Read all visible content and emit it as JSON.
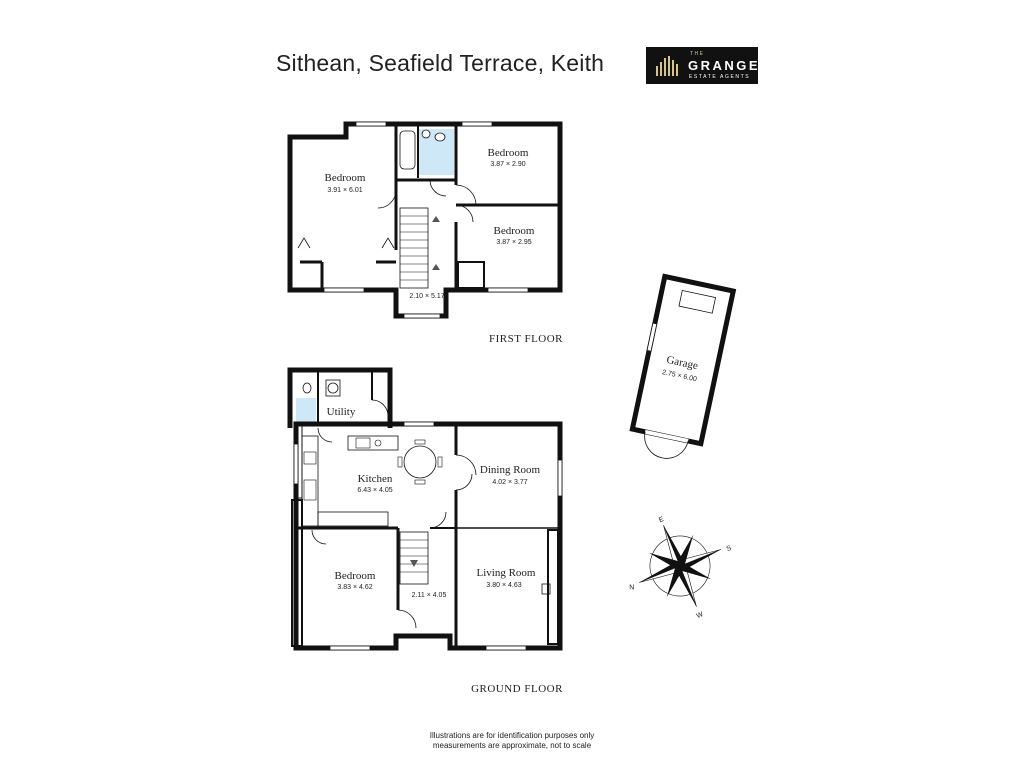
{
  "title": "Sithean, Seafield Terrace, Keith",
  "logo": {
    "line1": "THE",
    "line2": "GRANGE",
    "line3": "ESTATE AGENTS"
  },
  "first_floor": {
    "label": "FIRST FLOOR",
    "rooms": [
      {
        "name": "Bedroom",
        "dims": "3.91 × 6.01"
      },
      {
        "name": "Bedroom",
        "dims": "3.87 × 2.90"
      },
      {
        "name": "Bedroom",
        "dims": "3.87 × 2.95"
      },
      {
        "name": "",
        "dims": "2.10 × 5.17"
      }
    ]
  },
  "garage": {
    "name": "Garage",
    "dims": "2.75 × 6.00"
  },
  "ground_floor": {
    "label": "GROUND FLOOR",
    "rooms": [
      {
        "name": "Utility",
        "dims": ""
      },
      {
        "name": "Kitchen",
        "dims": "6.43 × 4.05"
      },
      {
        "name": "Dining Room",
        "dims": "4.02 × 3.77"
      },
      {
        "name": "Bedroom",
        "dims": "3.83 × 4.62"
      },
      {
        "name": "",
        "dims": "2.11 × 4.05"
      },
      {
        "name": "Living Room",
        "dims": "3.80 × 4.63"
      }
    ]
  },
  "compass": {
    "n": "N",
    "e": "E",
    "s": "S",
    "w": "W"
  },
  "disclaimer": {
    "line1": "Illustrations are for identification purposes only",
    "line2": "measurements are approximate, not to scale"
  },
  "colors": {
    "wall": "#111111",
    "bathroom": "#cfe8f7",
    "logo_bg": "#111111",
    "logo_accent": "#d8c38a"
  }
}
